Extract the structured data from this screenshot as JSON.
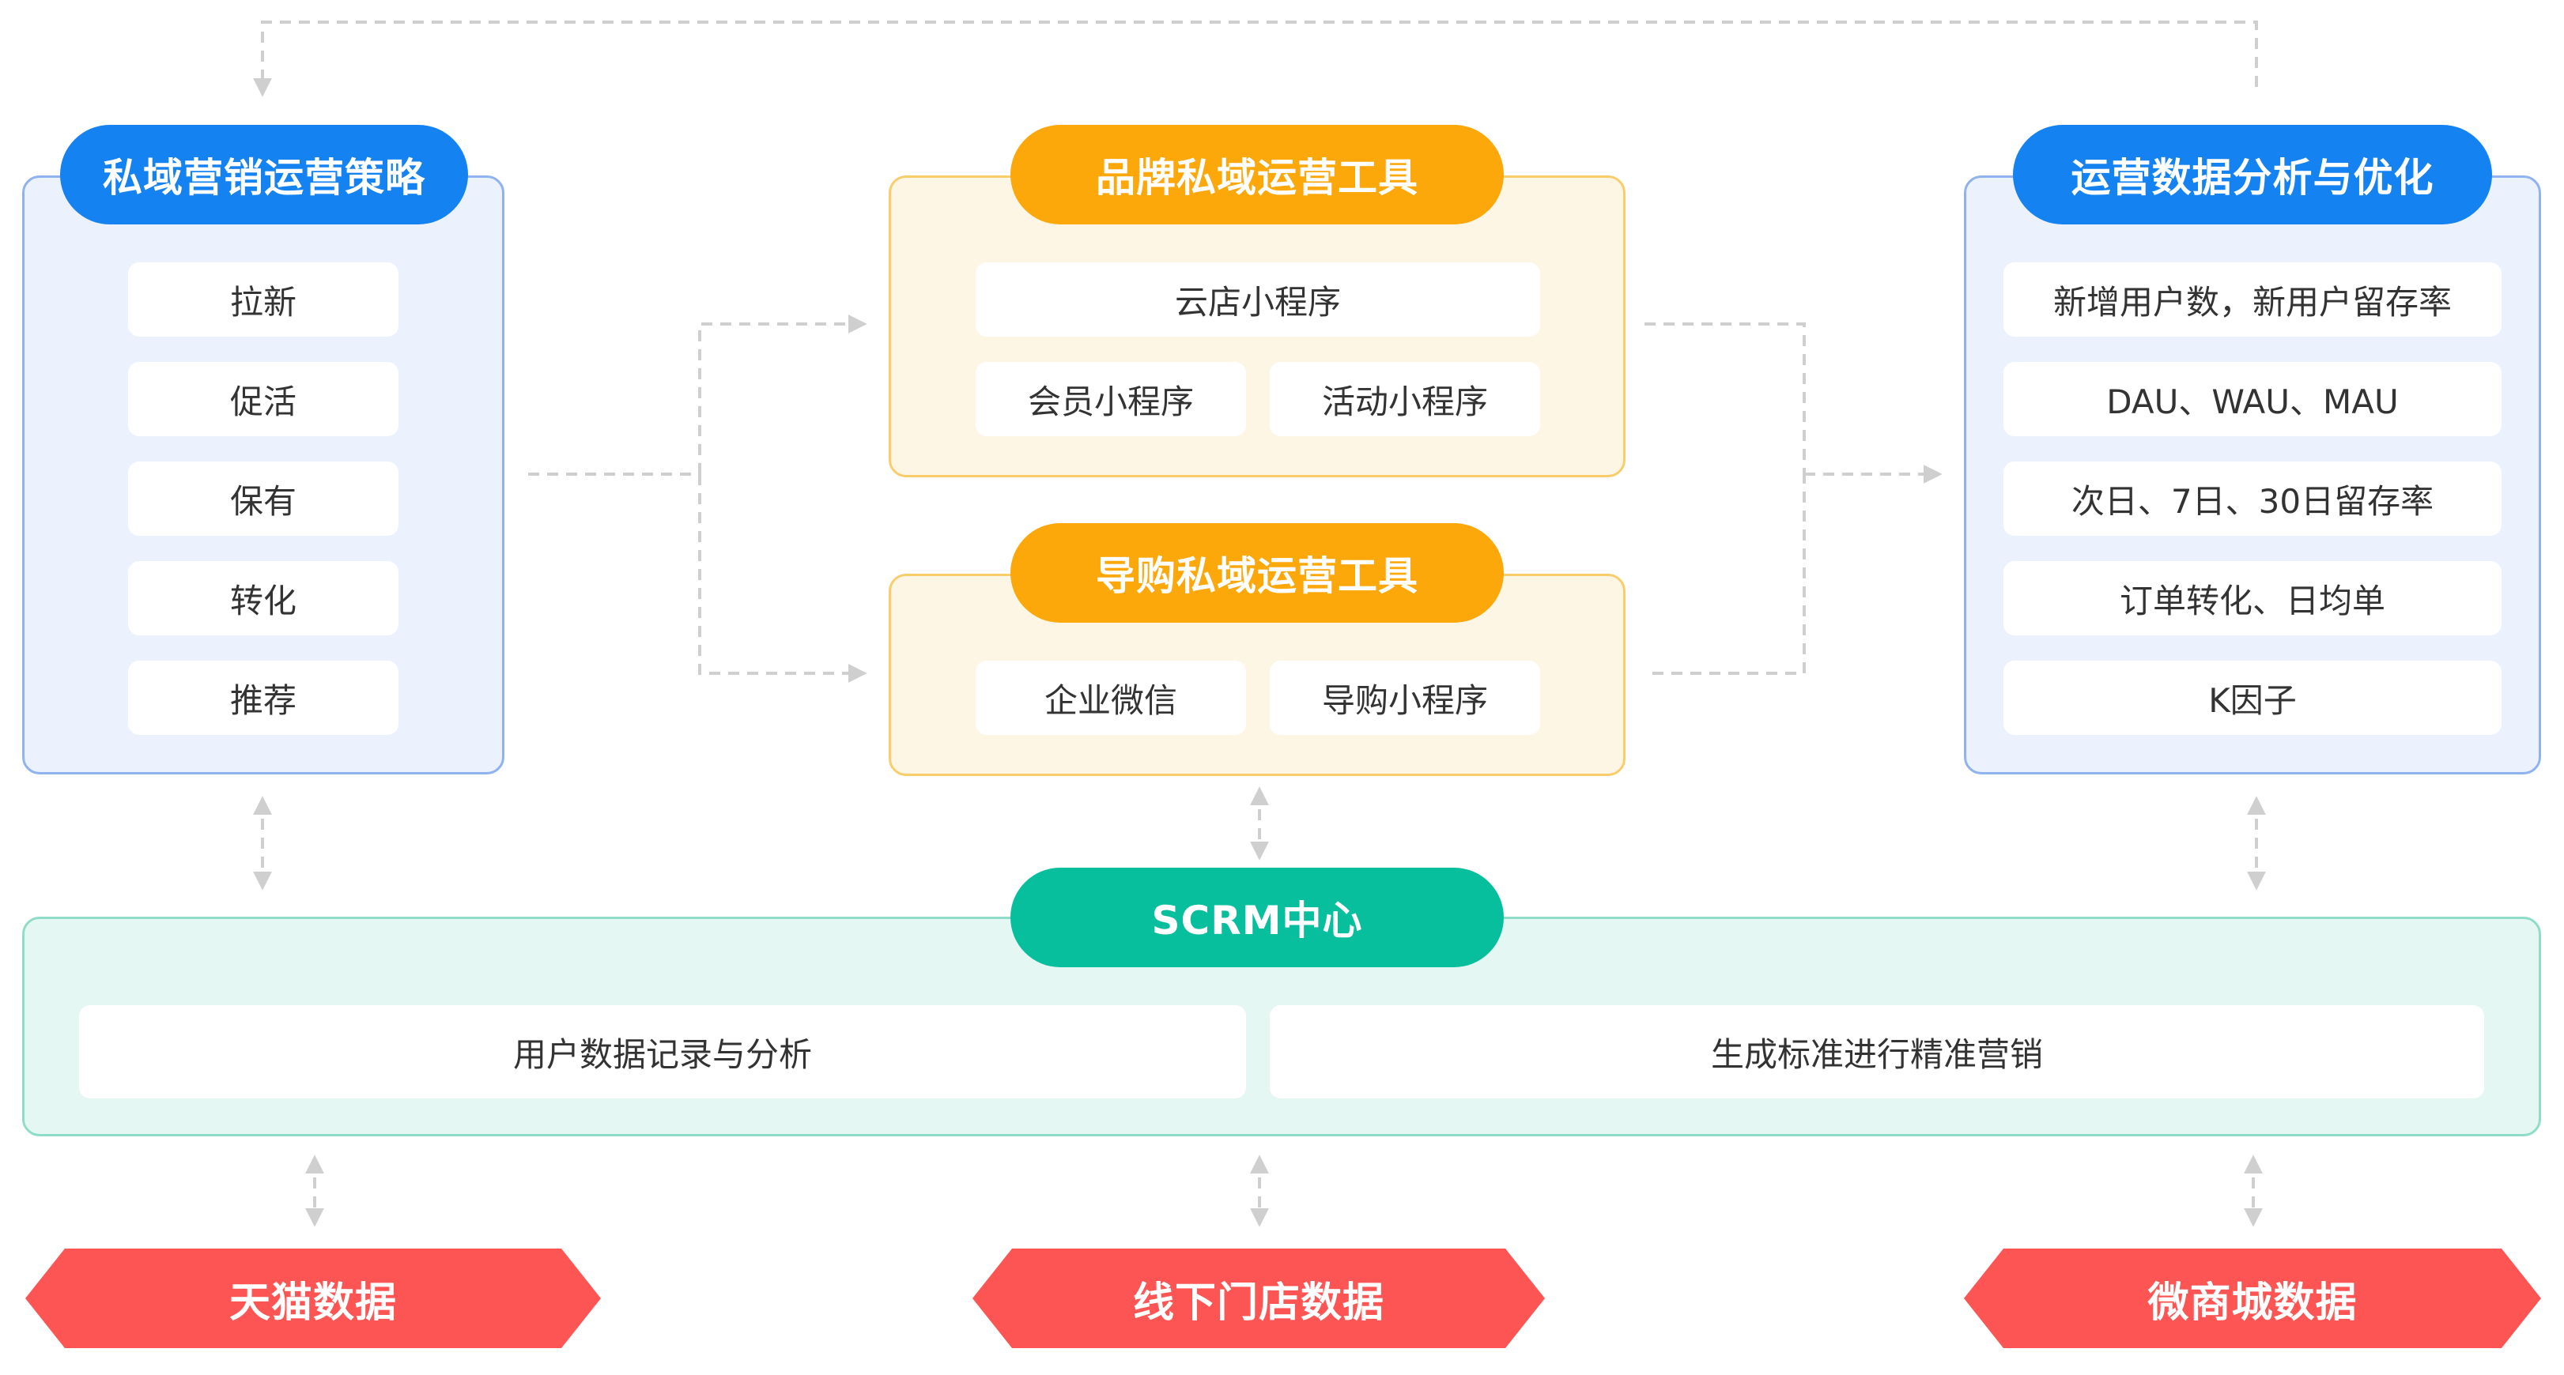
{
  "colors": {
    "blue_accent": "#1482f0",
    "orange_accent": "#fca70a",
    "green_accent": "#07bf9d",
    "red_accent": "#fd5553",
    "connector": "#cfcfcf"
  },
  "strategy": {
    "title": "私域营销运营策略",
    "items": [
      "拉新",
      "促活",
      "保有",
      "转化",
      "推荐"
    ]
  },
  "brand_tools": {
    "title": "品牌私域运营工具",
    "items": [
      "云店小程序",
      "会员小程序",
      "活动小程序"
    ]
  },
  "guide_tools": {
    "title": "导购私域运营工具",
    "items": [
      "企业微信",
      "导购小程序"
    ]
  },
  "analytics": {
    "title": "运营数据分析与优化",
    "items": [
      "新增用户数，新用户留存率",
      "DAU、WAU、MAU",
      "次日、7日、30日留存率",
      "订单转化、日均单",
      "K因子"
    ]
  },
  "scrm": {
    "title": "SCRM中心",
    "items": [
      "用户数据记录与分析",
      "生成标准进行精准营销"
    ]
  },
  "sources": [
    "天猫数据",
    "线下门店数据",
    "微商城数据"
  ]
}
